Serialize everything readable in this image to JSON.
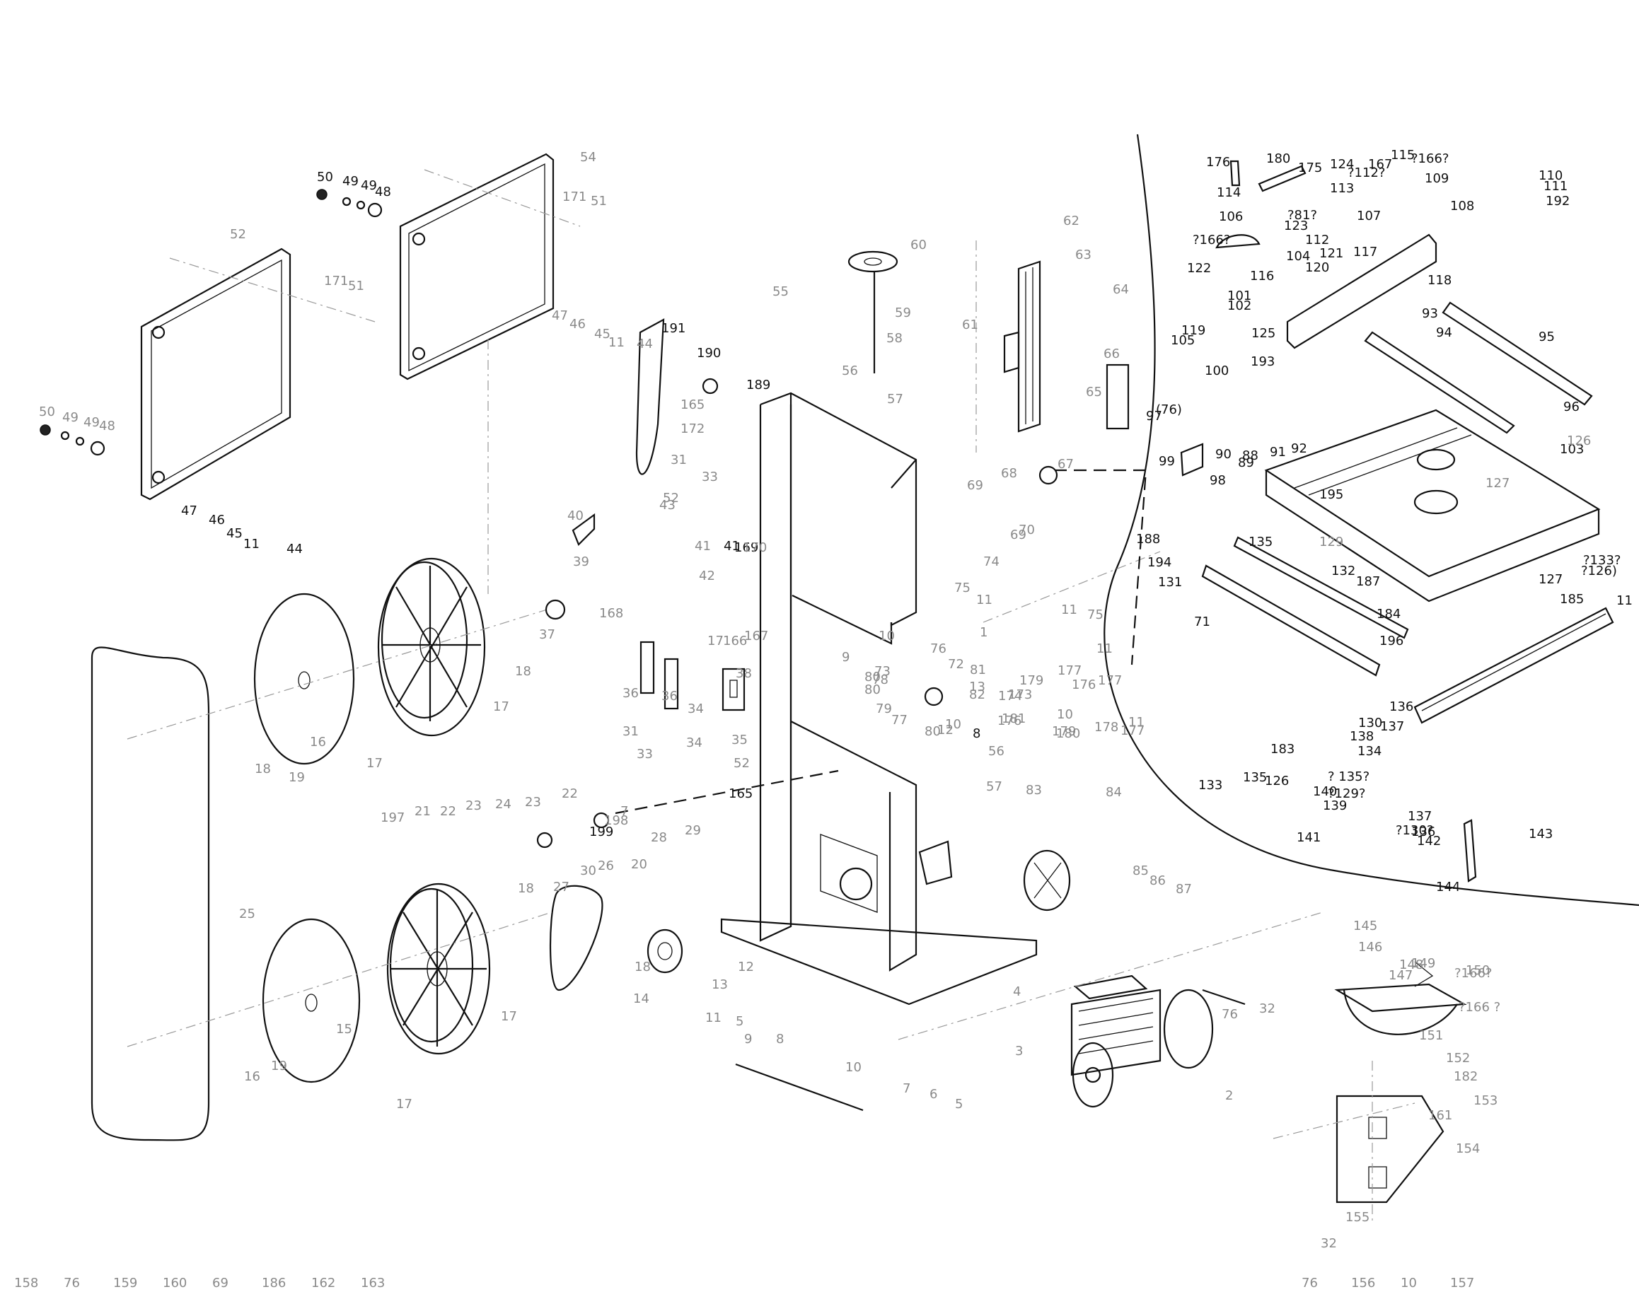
{
  "diagram": {
    "type": "exploded-parts-diagram",
    "line_color": "#111111",
    "label_color_dark": "#111111",
    "label_color_grey": "#8a8a8a",
    "background": "#ffffff"
  },
  "callouts": [
    "50",
    "49",
    "49",
    "48",
    "54",
    "171",
    "51",
    "52",
    "171",
    "51",
    "50",
    "49",
    "49",
    "48",
    "47",
    "46",
    "45",
    "11",
    "44",
    "47",
    "46",
    "45",
    "11",
    "44",
    "191",
    "190",
    "165",
    "172",
    "31",
    "33",
    "52",
    "189",
    "55",
    "60",
    "59",
    "58",
    "56",
    "57",
    "62",
    "63",
    "64",
    "61",
    "66",
    "65",
    "67",
    "68",
    "69",
    "70",
    "69",
    "40",
    "43",
    "39",
    "41",
    "42",
    "41",
    "169",
    "170",
    "17",
    "166",
    "167",
    "168",
    "37",
    "18",
    "17",
    "38",
    "16",
    "17",
    "19",
    "18",
    "36",
    "36",
    "34",
    "35",
    "31",
    "33",
    "34",
    "52",
    "165",
    "7",
    "198",
    "199",
    "197",
    "21",
    "22",
    "23",
    "24",
    "23",
    "22",
    "25",
    "20",
    "28",
    "29",
    "30",
    "26",
    "27",
    "18",
    "17",
    "15",
    "17",
    "16",
    "19",
    "18",
    "14",
    "13",
    "12",
    "11",
    "5",
    "9",
    "8",
    "10",
    "7",
    "6",
    "5",
    "4",
    "3",
    "2",
    "1",
    "74",
    "75",
    "11",
    "10",
    "76",
    "72",
    "81",
    "13",
    "80",
    "82",
    "80",
    "78",
    "73",
    "79",
    "77",
    "80",
    "12",
    "8",
    "9",
    "10",
    "56",
    "57",
    "83",
    "84",
    "85",
    "86",
    "87",
    "11",
    "75",
    "181",
    "173",
    "179",
    "177",
    "11",
    "176",
    "174",
    "10",
    "177",
    "176",
    "180",
    "178",
    "179",
    "177",
    "11",
    "176",
    "180",
    "175",
    "124",
    "?112?",
    "114",
    "113",
    "?81?",
    "123",
    "112",
    "115",
    "?166?",
    "167",
    "109",
    "108",
    "110",
    "111",
    "192",
    "106",
    "107",
    "?166?",
    "122",
    "104",
    "121",
    "120",
    "116",
    "101",
    "102",
    "117",
    "118",
    "119",
    "105",
    "125",
    "193",
    "100",
    "(76)",
    "97",
    "99",
    "98",
    "90",
    "89",
    "88",
    "91",
    "92",
    "93",
    "94",
    "95",
    "96",
    "103",
    "126",
    "127",
    "195",
    "188",
    "194",
    "131",
    "135",
    "129",
    "132",
    "187",
    "?133?",
    "?126)",
    "127",
    "185",
    "11",
    "71",
    "184",
    "196",
    "136",
    "137",
    "130",
    "138",
    "134",
    "183",
    "126",
    "135",
    "133",
    "? 135?",
    "?129?",
    "139",
    "141",
    "140",
    "137",
    "?130?",
    "136",
    "142",
    "143",
    "144",
    "145",
    "146",
    "147",
    "148",
    "149",
    "?166?",
    "150",
    "?166 ?",
    "151",
    "152",
    "182",
    "153",
    "161",
    "154",
    "155",
    "32",
    "76",
    "32",
    "76",
    "156",
    "10",
    "157",
    "158",
    "76",
    "159",
    "160",
    "69",
    "186",
    "162",
    "163"
  ]
}
